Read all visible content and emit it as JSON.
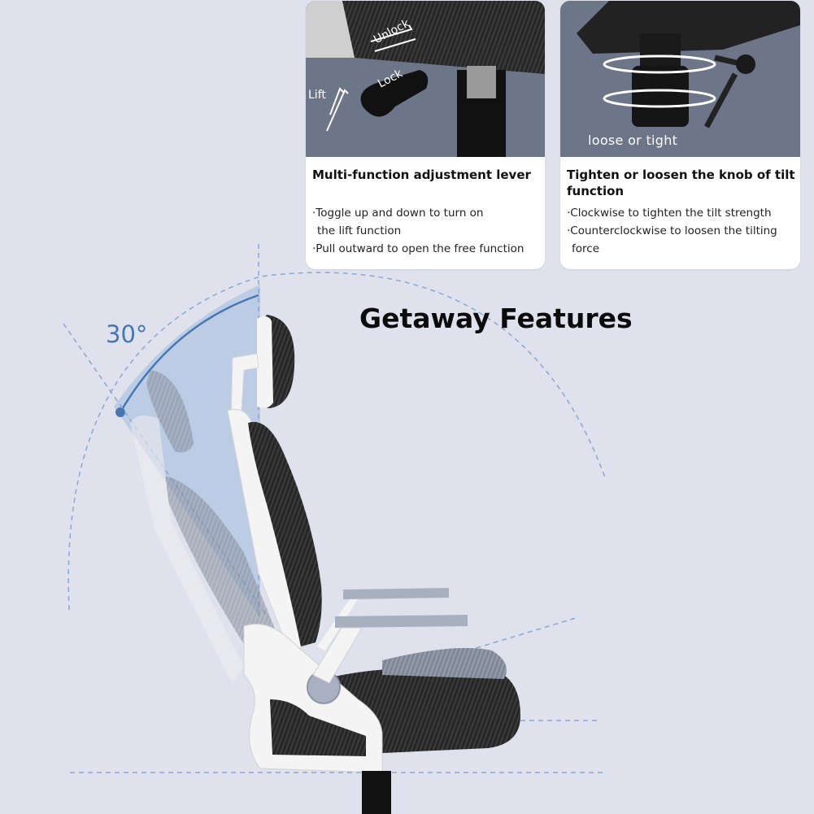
{
  "heading": "Getaway Features",
  "angle_label": "30°",
  "cards": [
    {
      "title": "Multi-function adjustment lever",
      "photo_labels": {
        "unlock": "Unlock",
        "lock": "Lock",
        "lift": "Lift"
      },
      "bullets": [
        "·Toggle up and down to turn on",
        " the lift function",
        "·Pull outward to open the free function"
      ]
    },
    {
      "title": "Tighten or loosen the knob of tilt function",
      "photo_labels": {
        "knob": "loose or tight"
      },
      "bullets": [
        "·Clockwise to tighten the tilt strength",
        "·Counterclockwise to loosen the tilting",
        " force"
      ]
    }
  ],
  "colors": {
    "background": "#dfe2ec",
    "accent_blue": "#4577b3",
    "dashed_lines": "#8aa6d3",
    "mesh": "#2a2a2a",
    "frame": "#f4f4f4",
    "photo_bg": "#6e7689"
  }
}
